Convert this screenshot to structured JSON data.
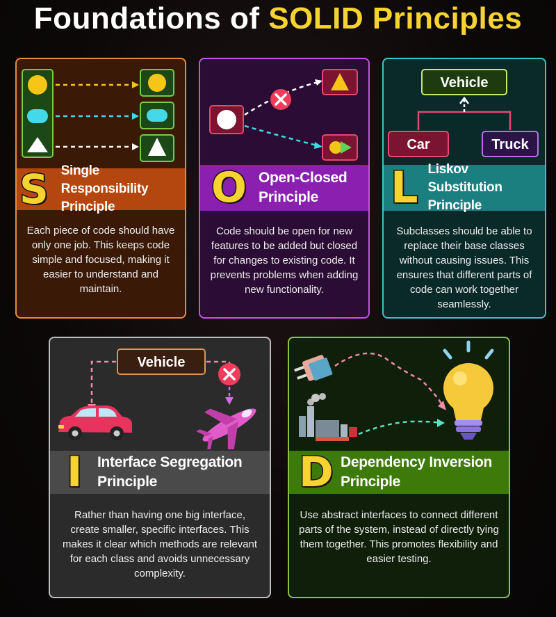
{
  "title": {
    "prefix": "Foundations of",
    "accent": "SOLID Principles"
  },
  "colors": {
    "title_accent": "#f7d330",
    "single": "#b4470f",
    "open": "#8a1fb0",
    "liskov": "#1b7f80",
    "interface": "#4a4a4a",
    "dependency": "#3d7a0a"
  },
  "principles": [
    {
      "letter": "S",
      "name_line1": "Single Responsibility",
      "name_line2": "Principle",
      "description": "Each piece of code should have only one job. This keeps code simple and focused, making it easier to understand and maintain."
    },
    {
      "letter": "O",
      "name_line1": "Open-Closed",
      "name_line2": "Principle",
      "description": "Code should be open for new features to be added but closed for changes to existing code. It prevents problems when adding new functionality."
    },
    {
      "letter": "L",
      "name_line1": "Liskov Substitution",
      "name_line2": "Principle",
      "description": "Subclasses should be able to replace their base classes without causing issues. This ensures that different parts of code can work together seamlessly.",
      "diagram": {
        "parent": "Vehicle",
        "child1": "Car",
        "child2": "Truck"
      }
    },
    {
      "letter": "I",
      "name_line1": "Interface Segregation",
      "name_line2": "Principle",
      "description": "Rather than having one big interface, create smaller, specific interfaces. This makes it clear which methods are relevant for each class and avoids unnecessary complexity.",
      "diagram": {
        "box": "Vehicle"
      }
    },
    {
      "letter": "D",
      "name_line1": "Dependency Inversion",
      "name_line2": "Principle",
      "description": "Use abstract interfaces to connect different parts of the system, instead of directly tying them together. This promotes flexibility and easier testing."
    }
  ]
}
